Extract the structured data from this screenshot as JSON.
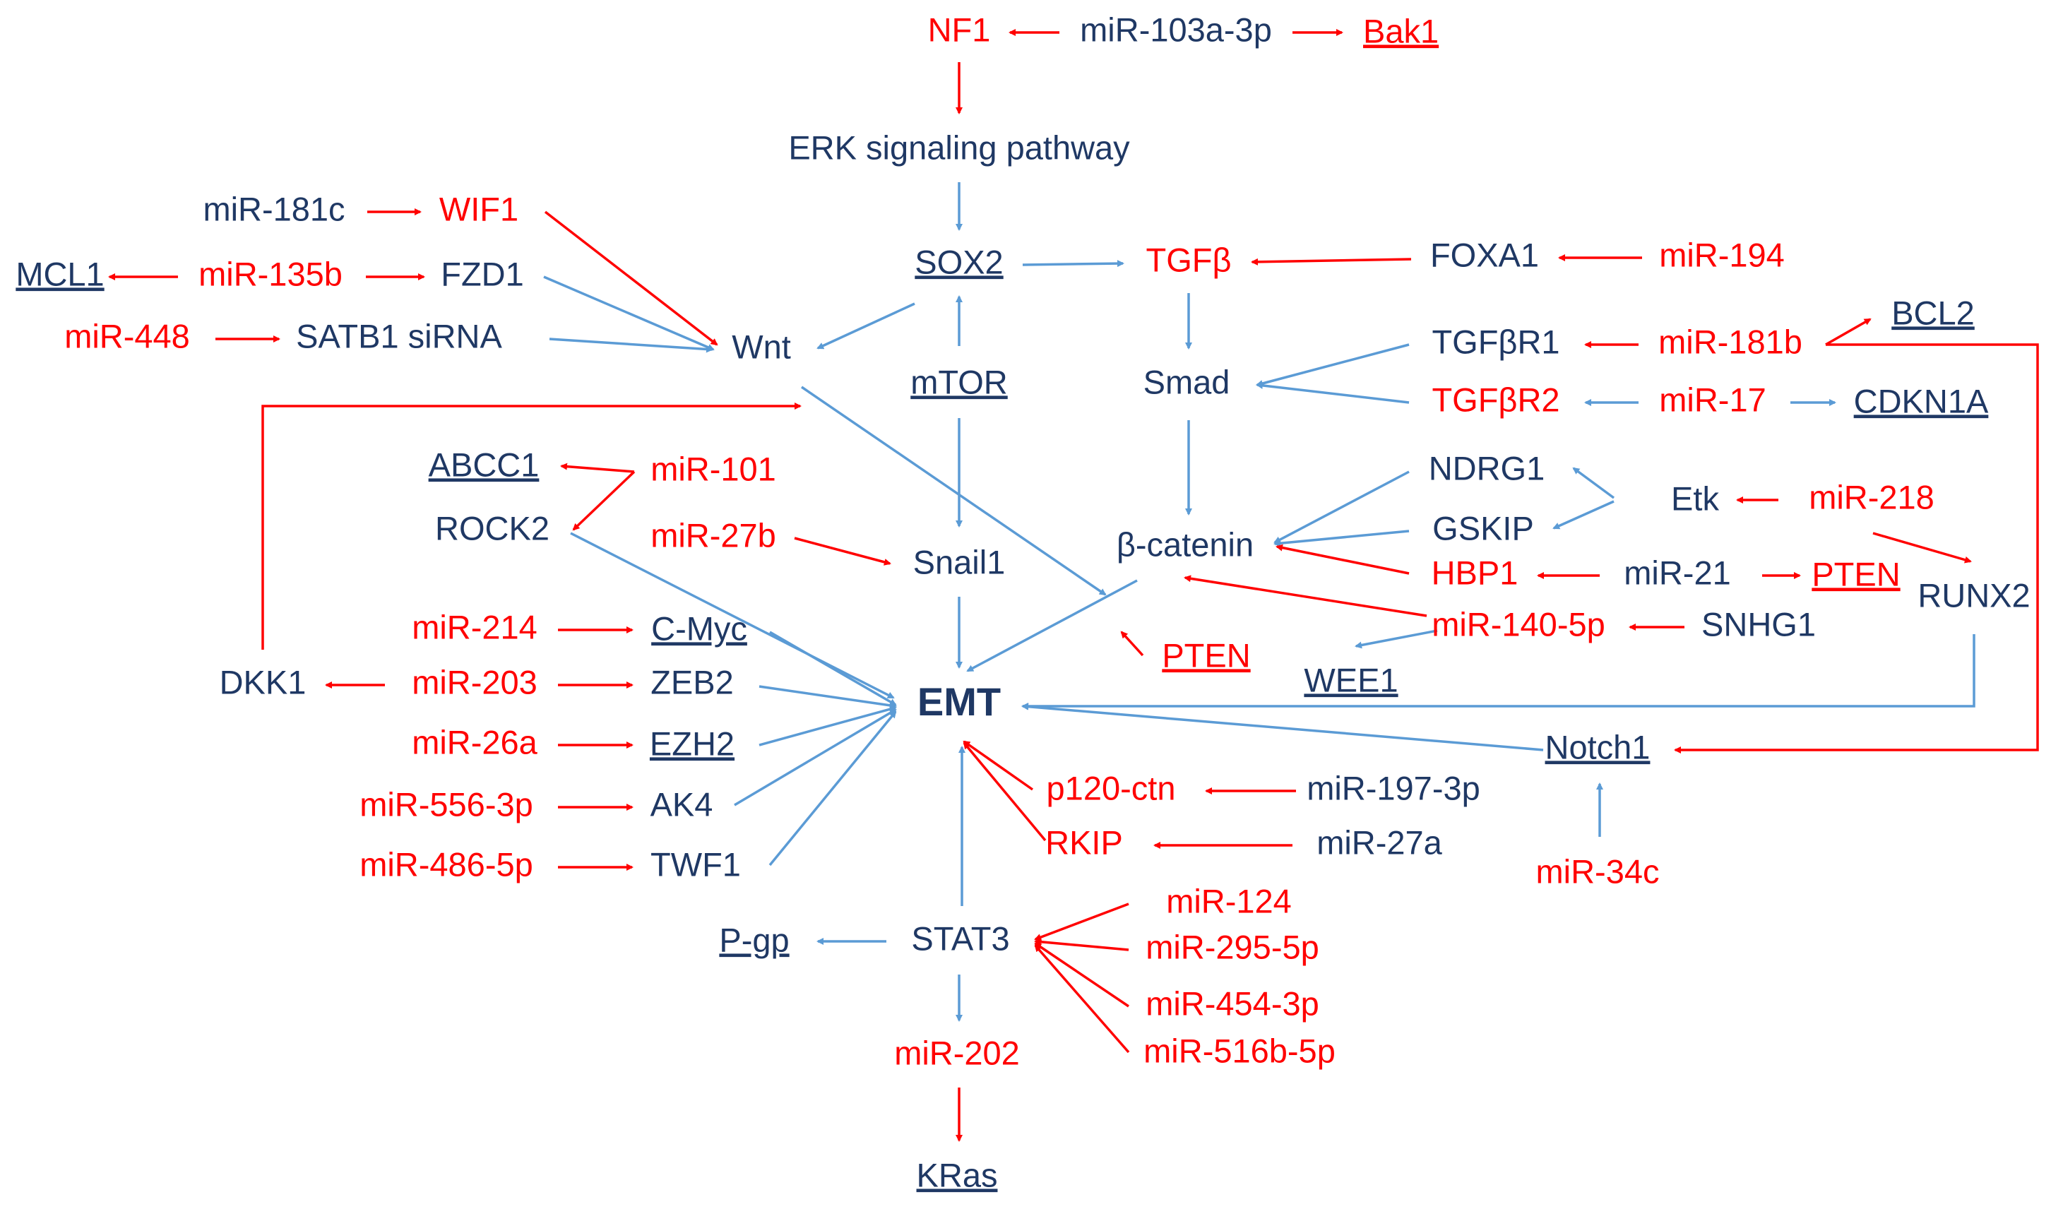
{
  "colors": {
    "red": "#ff0000",
    "dark_blue": "#1f3864",
    "light_blue": "#5b9bd5"
  },
  "nodes": {
    "nf1": "NF1",
    "mir103a3p": "miR-103a-3p",
    "bak1": "Bak1",
    "erk": "ERK signaling pathway",
    "mir181c": "miR-181c",
    "wif1": "WIF1",
    "sox2": "SOX2",
    "tgfb": "TGFβ",
    "foxa1": "FOXA1",
    "mir194": "miR-194",
    "mcl1": "MCL1",
    "mir135b": "miR-135b",
    "fzd1": "FZD1",
    "bcl2": "BCL2",
    "mir448": "miR-448",
    "satb1": "SATB1 siRNA",
    "wnt": "Wnt",
    "tgfbr1": "TGFβR1",
    "mir181b": "miR-181b",
    "mtor": "mTOR",
    "smad": "Smad",
    "tgfbr2": "TGFβR2",
    "mir17": "miR-17",
    "cdkn1a": "CDKN1A",
    "abcc1": "ABCC1",
    "mir101": "miR-101",
    "ndrg1": "NDRG1",
    "etk": "Etk",
    "mir218": "miR-218",
    "rock2": "ROCK2",
    "mir27b": "miR-27b",
    "gskip": "GSKIP",
    "bcatenin": "β-catenin",
    "snail1": "Snail1",
    "hbp1": "HBP1",
    "mir21": "miR-21",
    "pten_right": "PTEN",
    "runx2": "RUNX2",
    "mir214": "miR-214",
    "cmyc": "C-Myc",
    "mir140": "miR-140-5p",
    "snhg1": "SNHG1",
    "pten_mid": "PTEN",
    "dkk1": "DKK1",
    "mir203": "miR-203",
    "zeb2": "ZEB2",
    "wee1": "WEE1",
    "emt": "EMT",
    "mir26a": "miR-26a",
    "ezh2": "EZH2",
    "notch1": "Notch1",
    "p120": "p120-ctn",
    "mir197": "miR-197-3p",
    "mir556": "miR-556-3p",
    "ak4": "AK4",
    "rkip": "RKIP",
    "mir27a": "miR-27a",
    "mir486": "miR-486-5p",
    "twf1": "TWF1",
    "mir34c": "miR-34c",
    "mir124": "miR-124",
    "pgp": "P-gp",
    "stat3": "STAT3",
    "mir295": "miR-295-5p",
    "mir454": "miR-454-3p",
    "mir516b": "miR-516b-5p",
    "mir202": "miR-202",
    "kras": "KRas"
  }
}
